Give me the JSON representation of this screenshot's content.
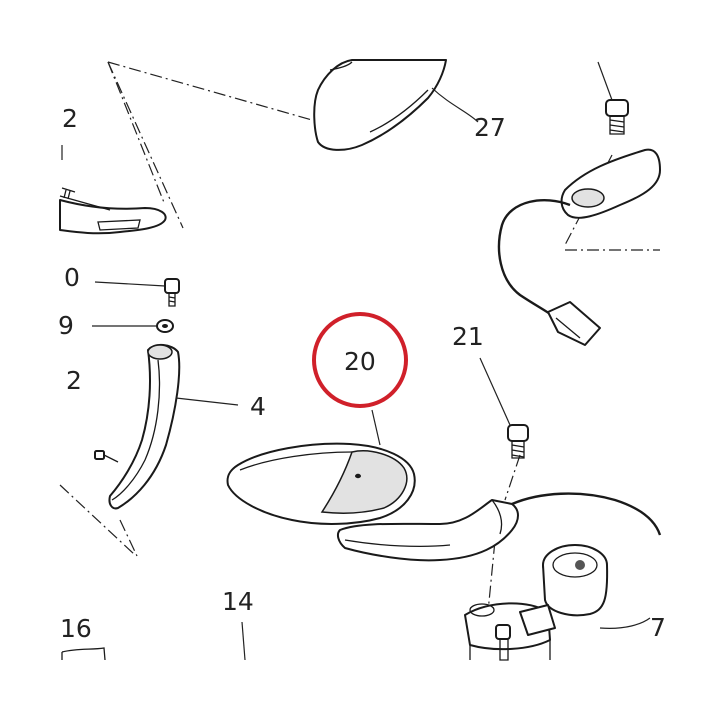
{
  "diagram": {
    "callouts": [
      {
        "id": "c-2-top",
        "text": "2"
      },
      {
        "id": "c-27",
        "text": "27"
      },
      {
        "id": "c-0",
        "text": "0"
      },
      {
        "id": "c-9",
        "text": "9"
      },
      {
        "id": "c-2-mid",
        "text": "2"
      },
      {
        "id": "c-4",
        "text": "4"
      },
      {
        "id": "c-20",
        "text": "20"
      },
      {
        "id": "c-21",
        "text": "21"
      },
      {
        "id": "c-14",
        "text": "14"
      },
      {
        "id": "c-16",
        "text": "16"
      },
      {
        "id": "c-7",
        "text": "7"
      }
    ],
    "highlight": {
      "callout": "20",
      "color": "#d0202a"
    }
  }
}
